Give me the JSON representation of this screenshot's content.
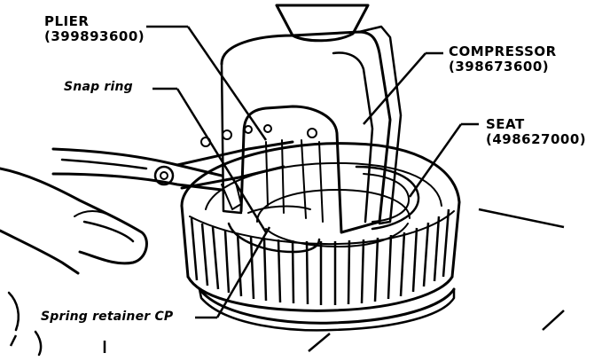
{
  "labels": {
    "plier_name": "PLIER",
    "plier_part": "(399893600)",
    "compressor_name": "COMPRESSOR",
    "compressor_part": "(398673600)",
    "seat_name": "SEAT",
    "seat_part": "(498627000)",
    "snap_ring": "Snap ring",
    "spring_retainer": "Spring retainer CP"
  },
  "colors": {
    "ink": "#000000",
    "paper": "#ffffff"
  }
}
